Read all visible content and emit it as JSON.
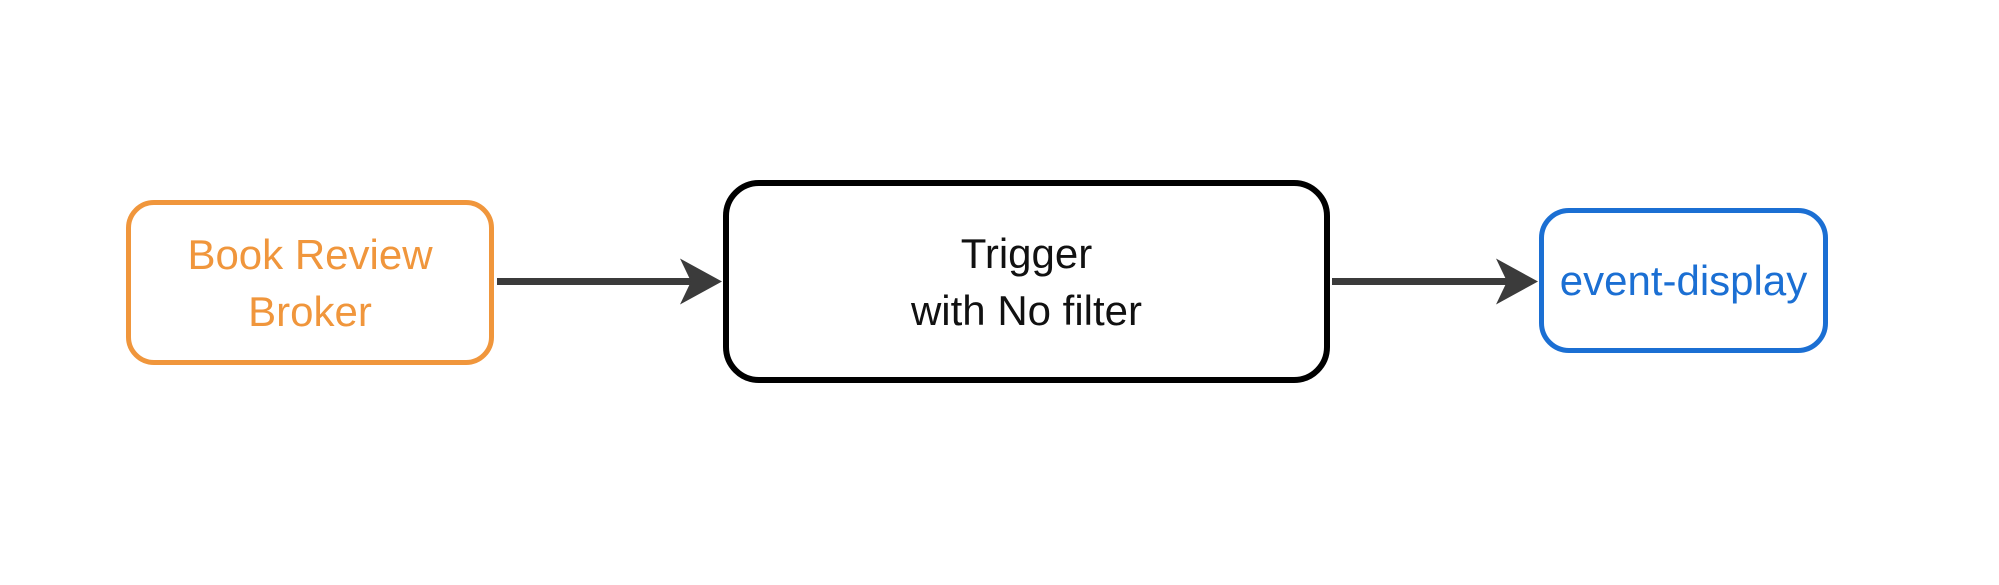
{
  "diagram": {
    "background_color": "#FFFFFF",
    "nodes": {
      "broker": {
        "label": "Book Review Broker",
        "line1": "Book Review",
        "line2": "Broker",
        "border_color": "#F0963C",
        "text_color": "#F0963C"
      },
      "trigger": {
        "label": "Trigger with No filter",
        "line1": "Trigger",
        "line2": "with No filter",
        "border_color": "#000000",
        "text_color": "#111111"
      },
      "event_display": {
        "label": "event-display",
        "line1": "event-display",
        "border_color": "#1B6FD3",
        "text_color": "#1B6FD3"
      }
    },
    "edges": {
      "color": "#3B3B3B",
      "list": [
        {
          "from": "Book Review Broker",
          "to": "Trigger with No filter"
        },
        {
          "from": "Trigger with No filter",
          "to": "event-display"
        }
      ]
    }
  }
}
